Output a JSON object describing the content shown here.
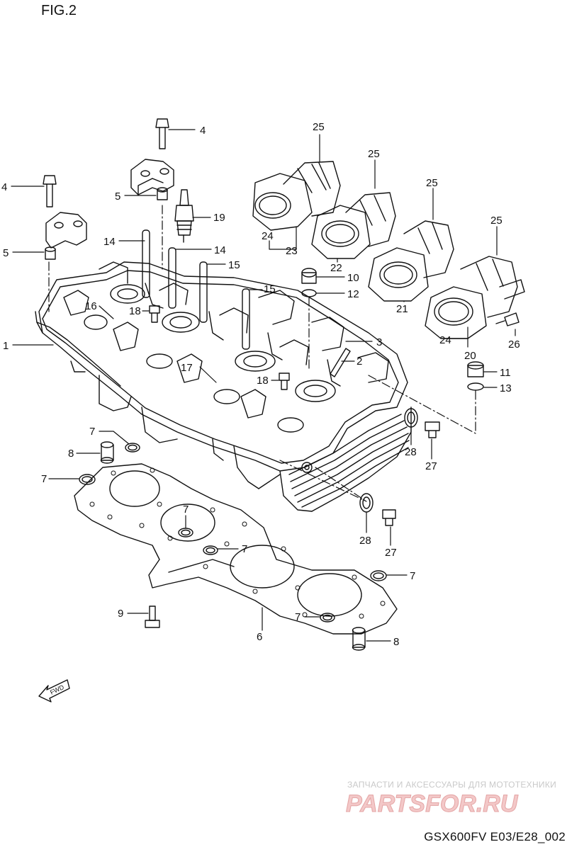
{
  "figure": {
    "title": "FIG.2",
    "code": "GSX600FV E03/E28_002"
  },
  "watermark": {
    "tagline": "ЗАПЧАСТИ И АКСЕССУАРЫ ДЛЯ МОТОТЕХНИКИ",
    "brand": "PARTSFOR.RU"
  },
  "fwd_label": "FWD",
  "callouts": [
    {
      "id": "c1",
      "text": "1"
    },
    {
      "id": "c2",
      "text": "2"
    },
    {
      "id": "c3",
      "text": "3"
    },
    {
      "id": "c4a",
      "text": "4"
    },
    {
      "id": "c4b",
      "text": "4"
    },
    {
      "id": "c5a",
      "text": "5"
    },
    {
      "id": "c5b",
      "text": "5"
    },
    {
      "id": "c6",
      "text": "6"
    },
    {
      "id": "c7a",
      "text": "7"
    },
    {
      "id": "c7b",
      "text": "7"
    },
    {
      "id": "c7c",
      "text": "7"
    },
    {
      "id": "c7d",
      "text": "7"
    },
    {
      "id": "c7e",
      "text": "7"
    },
    {
      "id": "c7f",
      "text": "7"
    },
    {
      "id": "c8a",
      "text": "8"
    },
    {
      "id": "c8b",
      "text": "8"
    },
    {
      "id": "c9",
      "text": "9"
    },
    {
      "id": "c10",
      "text": "10"
    },
    {
      "id": "c11",
      "text": "11"
    },
    {
      "id": "c12",
      "text": "12"
    },
    {
      "id": "c13",
      "text": "13"
    },
    {
      "id": "c14a",
      "text": "14"
    },
    {
      "id": "c14b",
      "text": "14"
    },
    {
      "id": "c15a",
      "text": "15"
    },
    {
      "id": "c15b",
      "text": "15"
    },
    {
      "id": "c16",
      "text": "16"
    },
    {
      "id": "c17",
      "text": "17"
    },
    {
      "id": "c18a",
      "text": "18"
    },
    {
      "id": "c18b",
      "text": "18"
    },
    {
      "id": "c19",
      "text": "19"
    },
    {
      "id": "c20",
      "text": "20"
    },
    {
      "id": "c21",
      "text": "21"
    },
    {
      "id": "c22",
      "text": "22"
    },
    {
      "id": "c23",
      "text": "23"
    },
    {
      "id": "c24a",
      "text": "24"
    },
    {
      "id": "c24b",
      "text": "24"
    },
    {
      "id": "c25a",
      "text": "25"
    },
    {
      "id": "c25b",
      "text": "25"
    },
    {
      "id": "c25c",
      "text": "25"
    },
    {
      "id": "c25d",
      "text": "25"
    },
    {
      "id": "c26",
      "text": "26"
    },
    {
      "id": "c27a",
      "text": "27"
    },
    {
      "id": "c27b",
      "text": "27"
    },
    {
      "id": "c28a",
      "text": "28"
    },
    {
      "id": "c28b",
      "text": "28"
    }
  ],
  "colors": {
    "line": "#111111",
    "watermark_red": "#e8a0a0",
    "watermark_grey": "#cccccc"
  }
}
